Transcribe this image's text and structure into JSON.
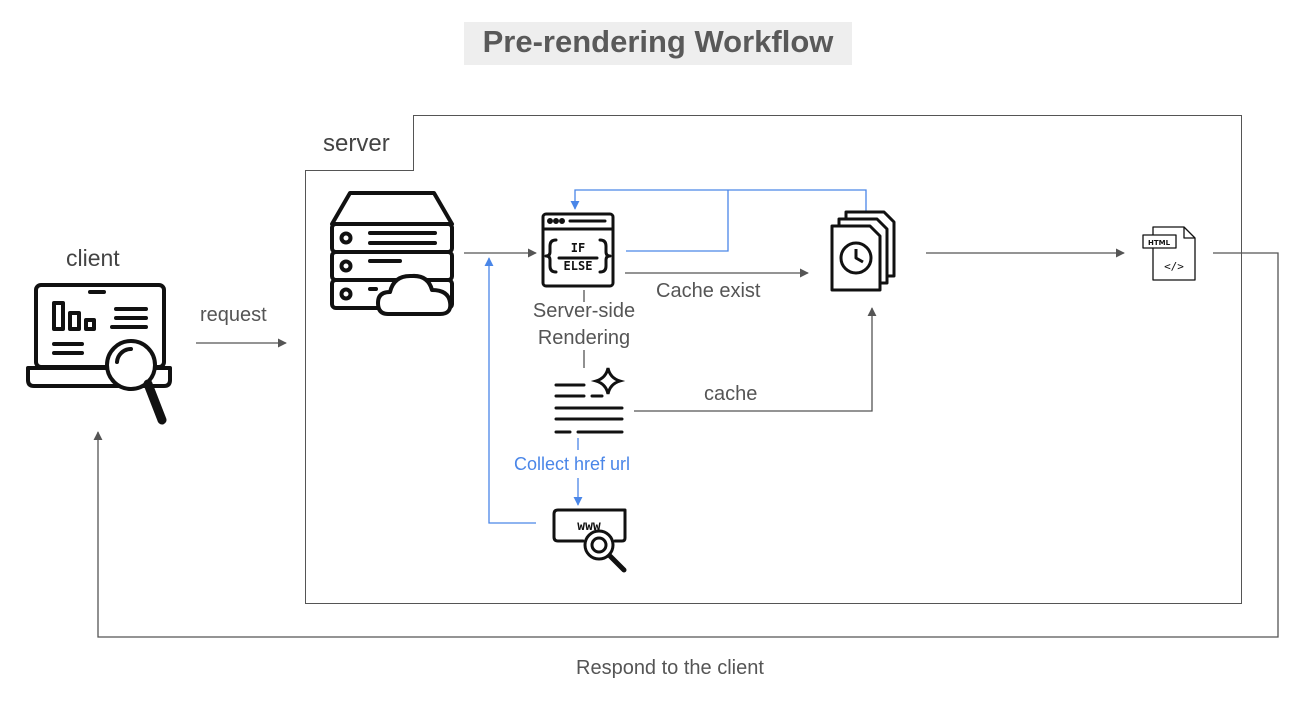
{
  "title": "Pre-rendering Workflow",
  "server_label": "server",
  "client_label": "client",
  "request_label": "request",
  "cache_exist_label": "Cache exist",
  "ssr_label_line1": "Server-side",
  "ssr_label_line2": "Rendering",
  "cache_label": "cache",
  "collect_label": "Collect href url",
  "respond_label": "Respond to the client",
  "icons": {
    "client": "laptop-analytics-search-icon",
    "server": "server-cloud-icon",
    "ssr": "if-else-code-window-icon",
    "cache_docs": "cached-documents-clock-icon",
    "collect": "text-lines-sparkle-icon",
    "www": "www-search-icon",
    "html_file": "html-file-icon"
  },
  "colors": {
    "arrow": "#555555",
    "accent": "#4a86e8",
    "title_bg": "#eeeeee"
  }
}
